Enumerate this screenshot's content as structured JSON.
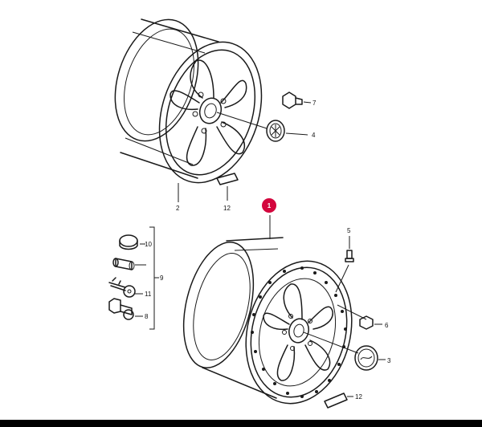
{
  "callouts": {
    "p1": "1",
    "p2": "2",
    "p3": "3",
    "p4": "4",
    "p5": "5",
    "p6": "6",
    "p7": "7",
    "p8": "8",
    "p9": "9",
    "p10": "10",
    "p11": "11",
    "p12a": "12",
    "p12b": "12"
  },
  "colors": {
    "highlight": "#d3063d",
    "line": "#1a1a1a",
    "background": "#ffffff"
  }
}
